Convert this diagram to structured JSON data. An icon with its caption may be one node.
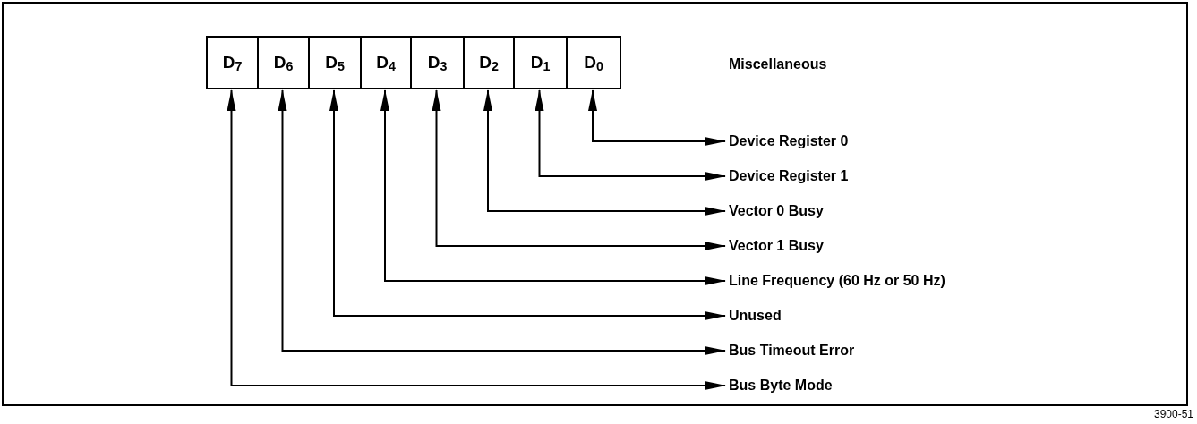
{
  "diagram": {
    "nodes": [
      {
        "text": [
          "D$_{7}$"
        ]
      },
      {
        "text": [
          "D$_{6}$"
        ]
      },
      {
        "text": [
          "D$_{5}$"
        ]
      },
      {
        "text": [
          "D$_{4}$"
        ]
      },
      {
        "text": [
          "D$_{3}$"
        ]
      },
      {
        "text": [
          "D$_{2}$"
        ]
      },
      {
        "text": [
          "D$_{1}$"
        ]
      },
      {
        "text": [
          "D$_{0}$"
        ]
      },
      {
        "text": [
          "Device Register 0"
        ]
      },
      {
        "text": [
          "Device Register 1"
        ]
      },
      {
        "text": [
          "Vector 0 Busy"
        ]
      },
      {
        "text": [
          "Vector 1 Busy"
        ]
      },
      {
        "text": [
          "Line Frequency (60 Hz or 50 Hz)"
        ]
      },
      {
        "text": [
          "Unused"
        ]
      },
      {
        "text": [
          "Bus Timeout Error"
        ]
      },
      {
        "text": [
          "Bus Byte Mode"
        ]
      }
    ],
    "edges": [
      {
        "from": 7,
        "to": 8,
        "arrow": "both"
      },
      {
        "from": 6,
        "to": 9,
        "arrow": "both"
      },
      {
        "from": 5,
        "to": 10,
        "arrow": "both"
      },
      {
        "from": 4,
        "to": 11,
        "arrow": "both"
      },
      {
        "from": 3,
        "to": 12,
        "arrow": "both"
      },
      {
        "from": 2,
        "to": 13,
        "arrow": "both"
      },
      {
        "from": 1,
        "to": 14,
        "arrow": "both"
      },
      {
        "from": 0,
        "to": 15,
        "arrow": "both"
      }
    ],
    "labels": [
      "Miscellaneous",
      "3900-51"
    ]
  }
}
